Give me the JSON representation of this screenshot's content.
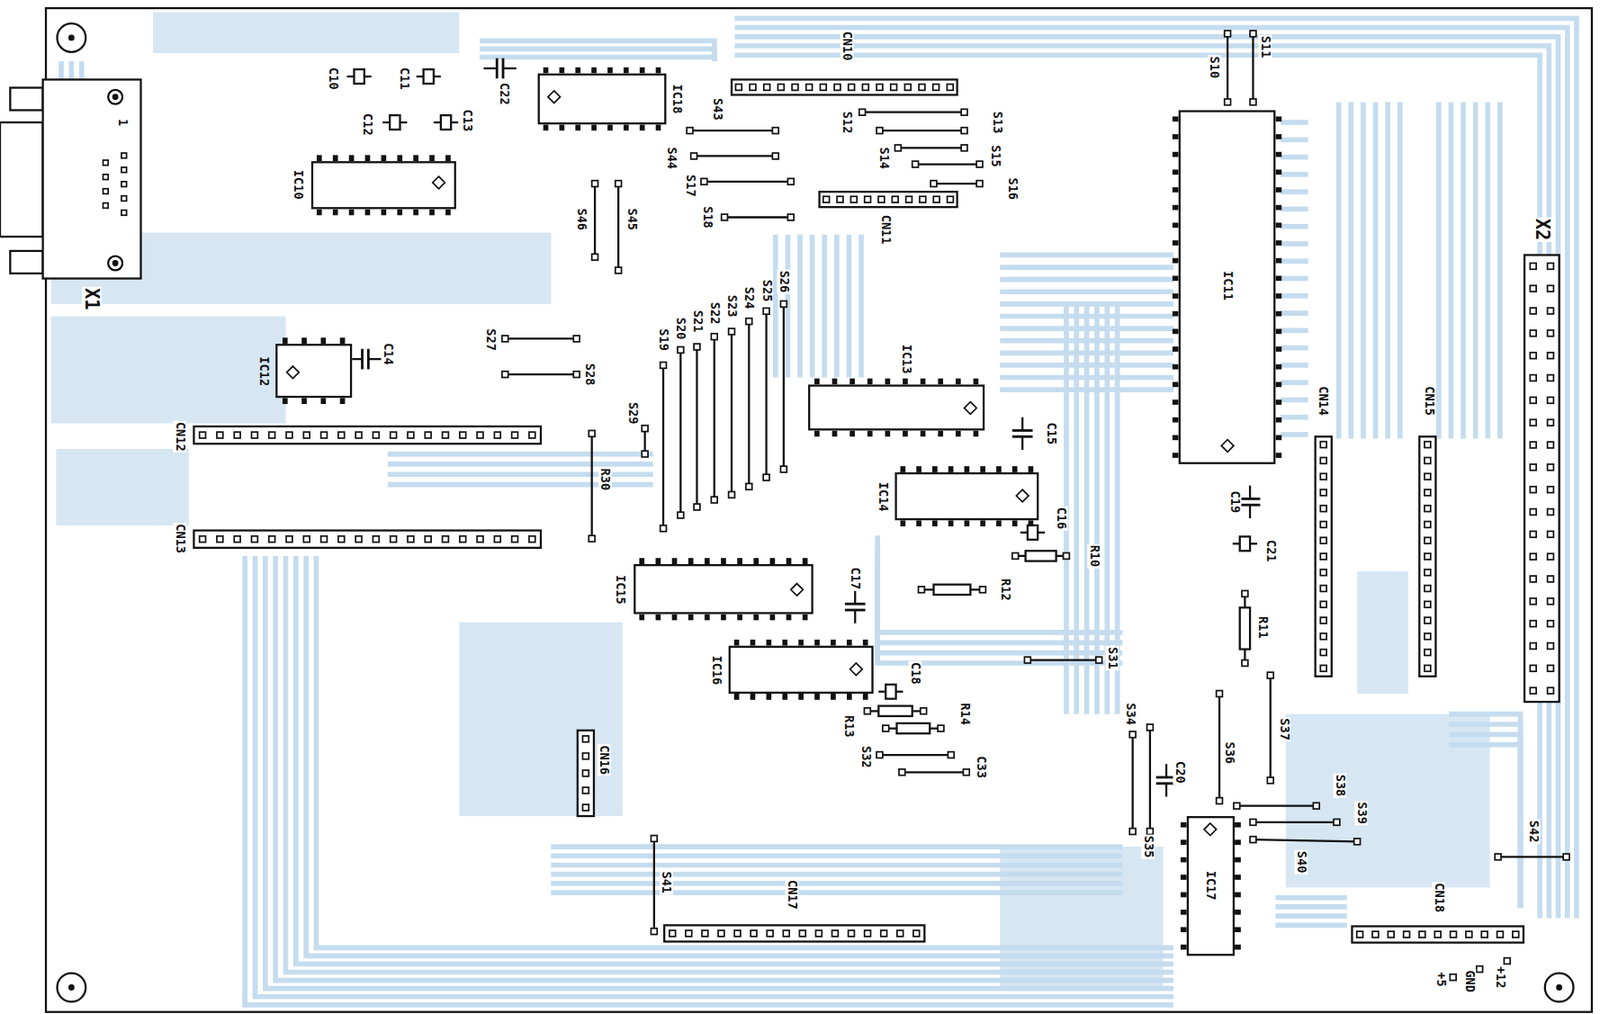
{
  "diagram": {
    "nodes": [
      {
        "text": [
          "IC18"
        ]
      },
      {
        "text": [
          "IC10"
        ]
      },
      {
        "text": [
          "IC11"
        ]
      },
      {
        "text": [
          "IC12"
        ]
      },
      {
        "text": [
          "IC13"
        ]
      },
      {
        "text": [
          "IC14"
        ]
      },
      {
        "text": [
          "IC15"
        ]
      },
      {
        "text": [
          "IC16"
        ]
      },
      {
        "text": [
          "IC17"
        ]
      }
    ],
    "labels": [
      "X1",
      "1",
      "C10",
      "C11",
      "C12",
      "C13",
      "C22",
      "CN10",
      "S43",
      "S44",
      "S17",
      "S18",
      "S12",
      "S13",
      "S14",
      "S15",
      "S16",
      "CN11",
      "S10",
      "S11",
      "S46",
      "S45",
      "S27",
      "S28",
      "C14",
      "CN12",
      "CN13",
      "R30",
      "S29",
      "S19",
      "S20",
      "S21",
      "S22",
      "S23",
      "S24",
      "S25",
      "S26",
      "C15",
      "C16",
      "R10",
      "C17",
      "R12",
      "C18",
      "R13",
      "R14",
      "S31",
      "S32",
      "C33",
      "CN16",
      "S41",
      "CN17",
      "C19",
      "C21",
      "R11",
      "CN14",
      "CN15",
      "X2",
      "S34",
      "S35",
      "C20",
      "S36",
      "S37",
      "S38",
      "S39",
      "S40",
      "S42",
      "CN18",
      "+12",
      "GND",
      "+5"
    ]
  }
}
